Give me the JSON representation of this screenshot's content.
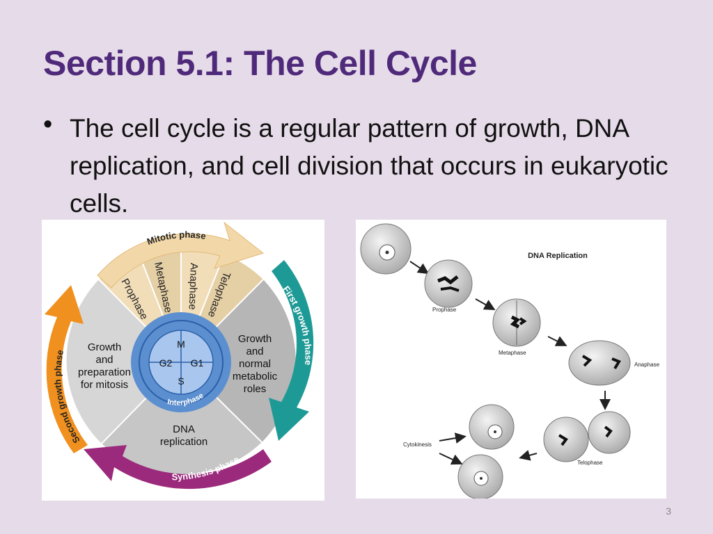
{
  "slide": {
    "title": "Section 5.1: The Cell Cycle",
    "bullet": "The cell cycle is a regular pattern of growth, DNA replication, and cell division that occurs in eukaryotic cells.",
    "page_number": "3"
  },
  "cycle_diagram": {
    "mitotic_phase": "Mitotic phase",
    "prophase": "Prophase",
    "metaphase": "Metaphase",
    "anaphase": "Anaphase",
    "telophase": "Telophase",
    "first_growth_phase": "First growth phase",
    "second_growth_phase": "Second growth phase",
    "synthesis_phase": "Synthesis phase",
    "interphase": "Interphase",
    "m": "M",
    "g2": "G2",
    "g1": "G1",
    "s": "S",
    "growth_prep_1": "Growth",
    "growth_prep_2": "and",
    "growth_prep_3": "preparation",
    "growth_prep_4": "for mitosis",
    "growth_normal_1": "Growth",
    "growth_normal_2": "and",
    "growth_normal_3": "normal",
    "growth_normal_4": "metabolic",
    "growth_normal_5": "roles",
    "dna_rep_1": "DNA",
    "dna_rep_2": "replication",
    "colors": {
      "mitotic": "#f2d8a8",
      "first_growth": "#1e9a96",
      "synthesis": "#9b2a7c",
      "second_growth": "#f0901e",
      "inner_blue": "#5b8fd0"
    }
  },
  "mitosis_diagram": {
    "title": "DNA Replication",
    "prophase": "Prophase",
    "metaphase": "Metaphase",
    "anaphase": "Anaphase",
    "telophase": "Telophase",
    "cytokinesis": "Cytokinesis"
  }
}
